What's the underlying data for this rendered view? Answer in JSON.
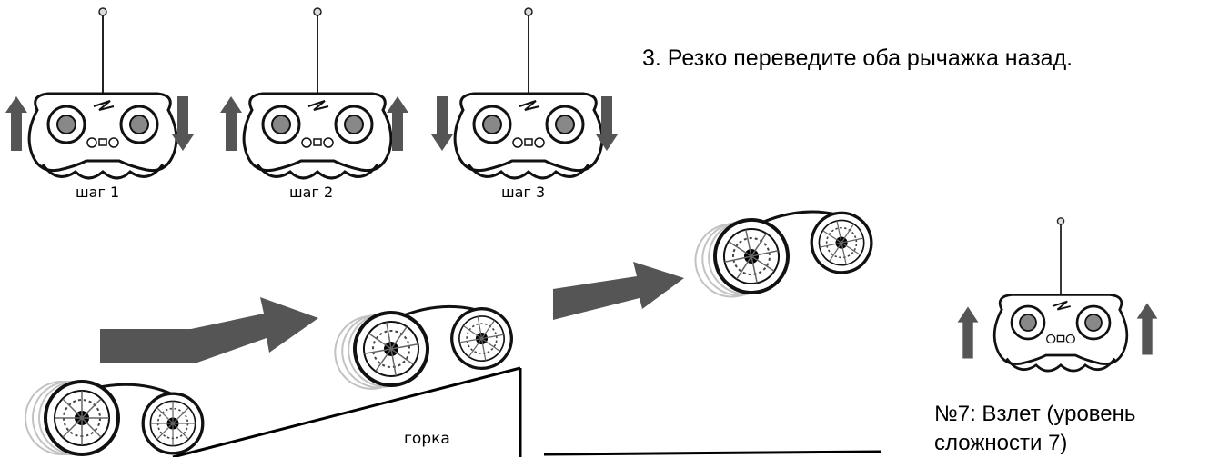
{
  "instruction": "3. Резко переведите оба рычажка назад.",
  "steps": [
    {
      "label": "шаг 1",
      "left_arrow": "up",
      "right_arrow": "down"
    },
    {
      "label": "шаг 2",
      "left_arrow": "up",
      "right_arrow": "up"
    },
    {
      "label": "шаг 3",
      "left_arrow": "down",
      "right_arrow": "down"
    }
  ],
  "ramp_label": "горка",
  "caption": {
    "line1": "№7: Взлет (уровень",
    "line2": "сложности 7)"
  },
  "colors": {
    "arrow": "#555555",
    "line": "#000000",
    "text": "#000000"
  },
  "icons": [
    "remote-control-icon",
    "up-arrow-icon",
    "down-arrow-icon",
    "car-wheel-icon",
    "motion-arrow-icon"
  ]
}
